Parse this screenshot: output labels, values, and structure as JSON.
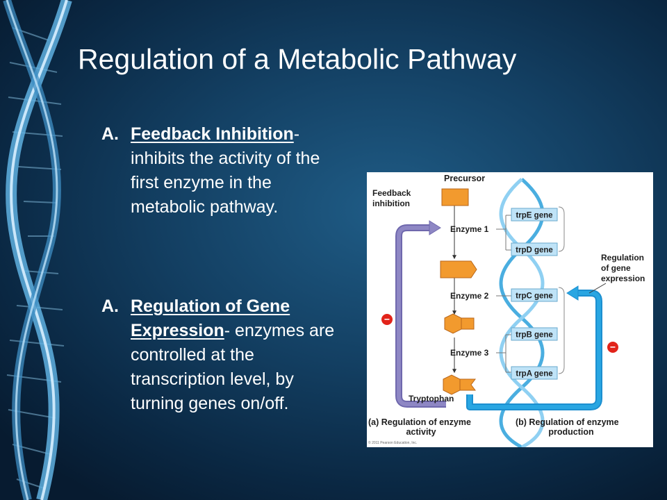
{
  "slide": {
    "title": "Regulation of a Metabolic Pathway",
    "points": [
      {
        "marker": "A.",
        "term": "Feedback Inhibition",
        "text": "- inhibits the activity of the first enzyme in the metabolic pathway."
      },
      {
        "marker": "A.",
        "term": "Regulation of Gene Expression",
        "text": "- enzymes are controlled at the transcription level, by turning genes on/off."
      }
    ]
  },
  "diagram": {
    "labels": {
      "precursor": "Precursor",
      "feedback_line1": "Feedback",
      "feedback_line2": "inhibition",
      "enzyme1": "Enzyme 1",
      "enzyme2": "Enzyme 2",
      "enzyme3": "Enzyme 3",
      "tryptophan": "Tryptophan",
      "regulation_line1": "Regulation",
      "regulation_line2": "of gene",
      "regulation_line3": "expression",
      "minus": "−",
      "caption_a_line1": "(a) Regulation of enzyme",
      "caption_a_line2": "activity",
      "caption_b_line1": "(b) Regulation of enzyme",
      "caption_b_line2": "production",
      "copyright": "© 2011 Pearson Education, Inc."
    },
    "genes": [
      "trpE gene",
      "trpD gene",
      "trpC gene",
      "trpB gene",
      "trpA gene"
    ],
    "colors": {
      "product_orange": "#f29a2e",
      "feedback_purple": "#8e87c4",
      "regulation_blue": "#29a6e2",
      "gene_box": "#bfe3f7",
      "inhibit_red": "#e2231a"
    }
  }
}
